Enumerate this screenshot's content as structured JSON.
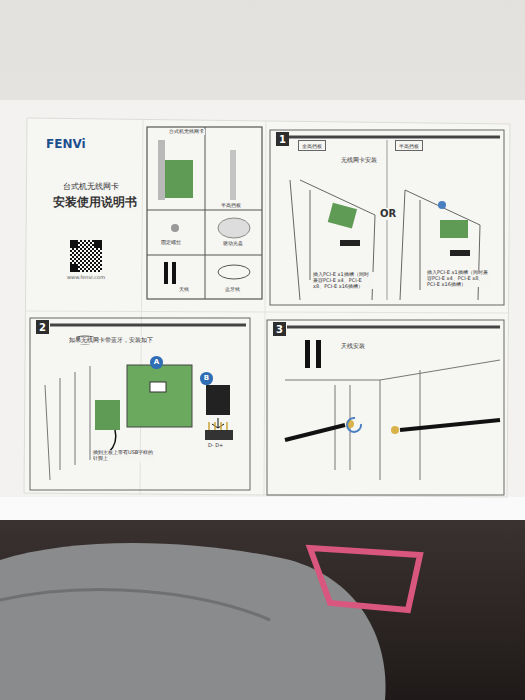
{
  "diagram": {
    "title": "安装使用说明书",
    "nodes": [
      {
        "text": [
          "1"
        ]
      },
      {
        "text": [
          "全高挡板"
        ]
      },
      {
        "text": [
          "半高挡板"
        ]
      },
      {
        "text": [
          "2"
        ]
      },
      {
        "text": [
          "A"
        ]
      },
      {
        "text": [
          "B"
        ]
      },
      {
        "text": [
          "3"
        ]
      }
    ],
    "labels": [
      "FENVi",
      "台式机无线网卡",
      "www.fenvi.com",
      "台式机无线网卡",
      "半高挡板",
      "固定螺丝",
      "驱动光盘",
      "天线",
      "蓝牙线",
      "无线网卡安装",
      "OR",
      "插入PCI-E x1插槽（同时兼容PCI-E x4、PCI-E x8、PCI-E x16插槽）",
      "插入PCI-E x1插槽（同时兼容PCI-E x4、PCI-E x8、PCI-E x16插槽）",
      "如果无线网卡带蓝牙，安装如下",
      "插到主板上带有USB字样的针脚上",
      "D- D+",
      "天线安装"
    ]
  }
}
